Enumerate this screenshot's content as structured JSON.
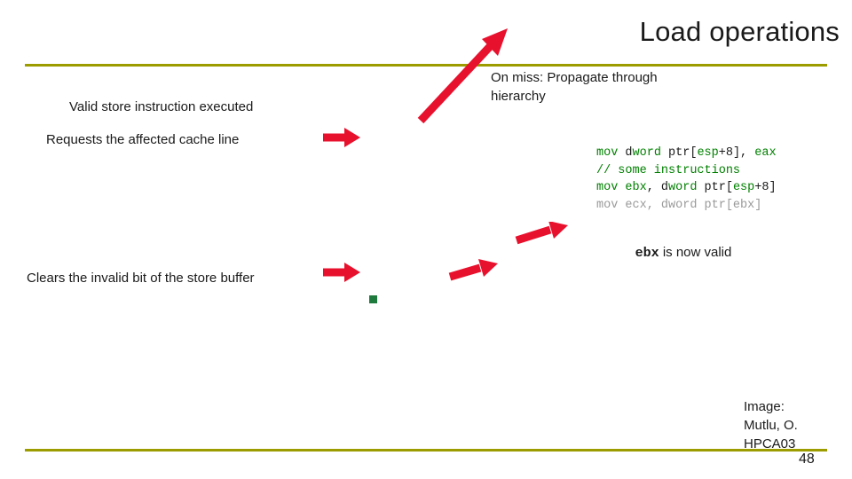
{
  "slide": {
    "title": "Load operations",
    "page_number": "48",
    "accent_rule_color": "#9c9c00",
    "arrow_color": "#e8112d",
    "annotations": {
      "valid_store": "Valid store instruction executed",
      "requests_line": "Requests the affected cache line",
      "on_miss": "On miss: Propagate through hierarchy",
      "clears_bit": "Clears the invalid bit of the store buffer",
      "ebx_valid_prefix": "ebx",
      "ebx_valid_suffix": " is now valid"
    },
    "code": {
      "lines": [
        [
          {
            "t": "mov ",
            "c": "kw"
          },
          {
            "t": "d",
            "c": "dk"
          },
          {
            "t": "word",
            "c": "kw"
          },
          {
            "t": " ptr[",
            "c": "dk"
          },
          {
            "t": "esp",
            "c": "kw"
          },
          {
            "t": "+8], ",
            "c": "dk"
          },
          {
            "t": "eax",
            "c": "kw"
          }
        ],
        [
          {
            "t": "// some instructions",
            "c": "cm"
          }
        ],
        [
          {
            "t": "mov ",
            "c": "kw"
          },
          {
            "t": "ebx",
            "c": "kw"
          },
          {
            "t": ", ",
            "c": "dk"
          },
          {
            "t": "d",
            "c": "dk"
          },
          {
            "t": "word",
            "c": "kw"
          },
          {
            "t": " ptr[",
            "c": "dk"
          },
          {
            "t": "esp",
            "c": "kw"
          },
          {
            "t": "+8]",
            "c": "dk"
          }
        ],
        [
          {
            "t": "mov ecx, dword ptr[ebx]",
            "c": "dim"
          }
        ]
      ]
    },
    "credit": {
      "line1": "Image:",
      "line2": "Mutlu, O.",
      "line3": "HPCA03"
    }
  }
}
